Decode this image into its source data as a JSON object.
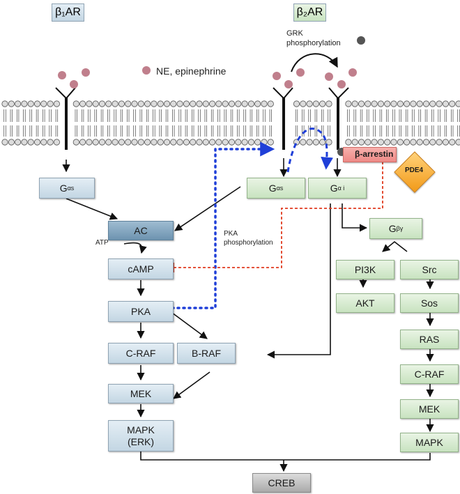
{
  "receptors": {
    "b1": "β₁AR",
    "b2": "β₂AR"
  },
  "ligand_label": "NE, epinephrine",
  "grk_label": [
    "GRK",
    "phosphorylation"
  ],
  "pka_phos_label": [
    "PKA",
    "phosphorylation"
  ],
  "atp_label": "ATP",
  "g_alpha_s_left": {
    "base": "G",
    "sub": "αs"
  },
  "g_alpha_s_right": {
    "base": "G",
    "sub": "αs"
  },
  "g_alpha_i": {
    "base": "G",
    "sub": "α i"
  },
  "g_beta_gamma": {
    "base": "G",
    "sub": "βγ"
  },
  "beta_arrestin": "β-arrestin",
  "pde4": "PDE4",
  "left_path": {
    "ac": "AC",
    "camp": "cAMP",
    "pka": "PKA",
    "craf": "C-RAF",
    "braf": "B-RAF",
    "mek": "MEK",
    "mapk": "MAPK (ERK)"
  },
  "right_path": {
    "pi3k": "PI3K",
    "akt": "AKT",
    "src": "Src",
    "sos": "Sos",
    "ras": "RAS",
    "craf": "C-RAF",
    "mek": "MEK",
    "mapk": "MAPK"
  },
  "creb": "CREB",
  "colors": {
    "blue_dotted": "#1f3fd8",
    "red_dashed": "#e03a1e",
    "ligand": "#c07f8c"
  }
}
